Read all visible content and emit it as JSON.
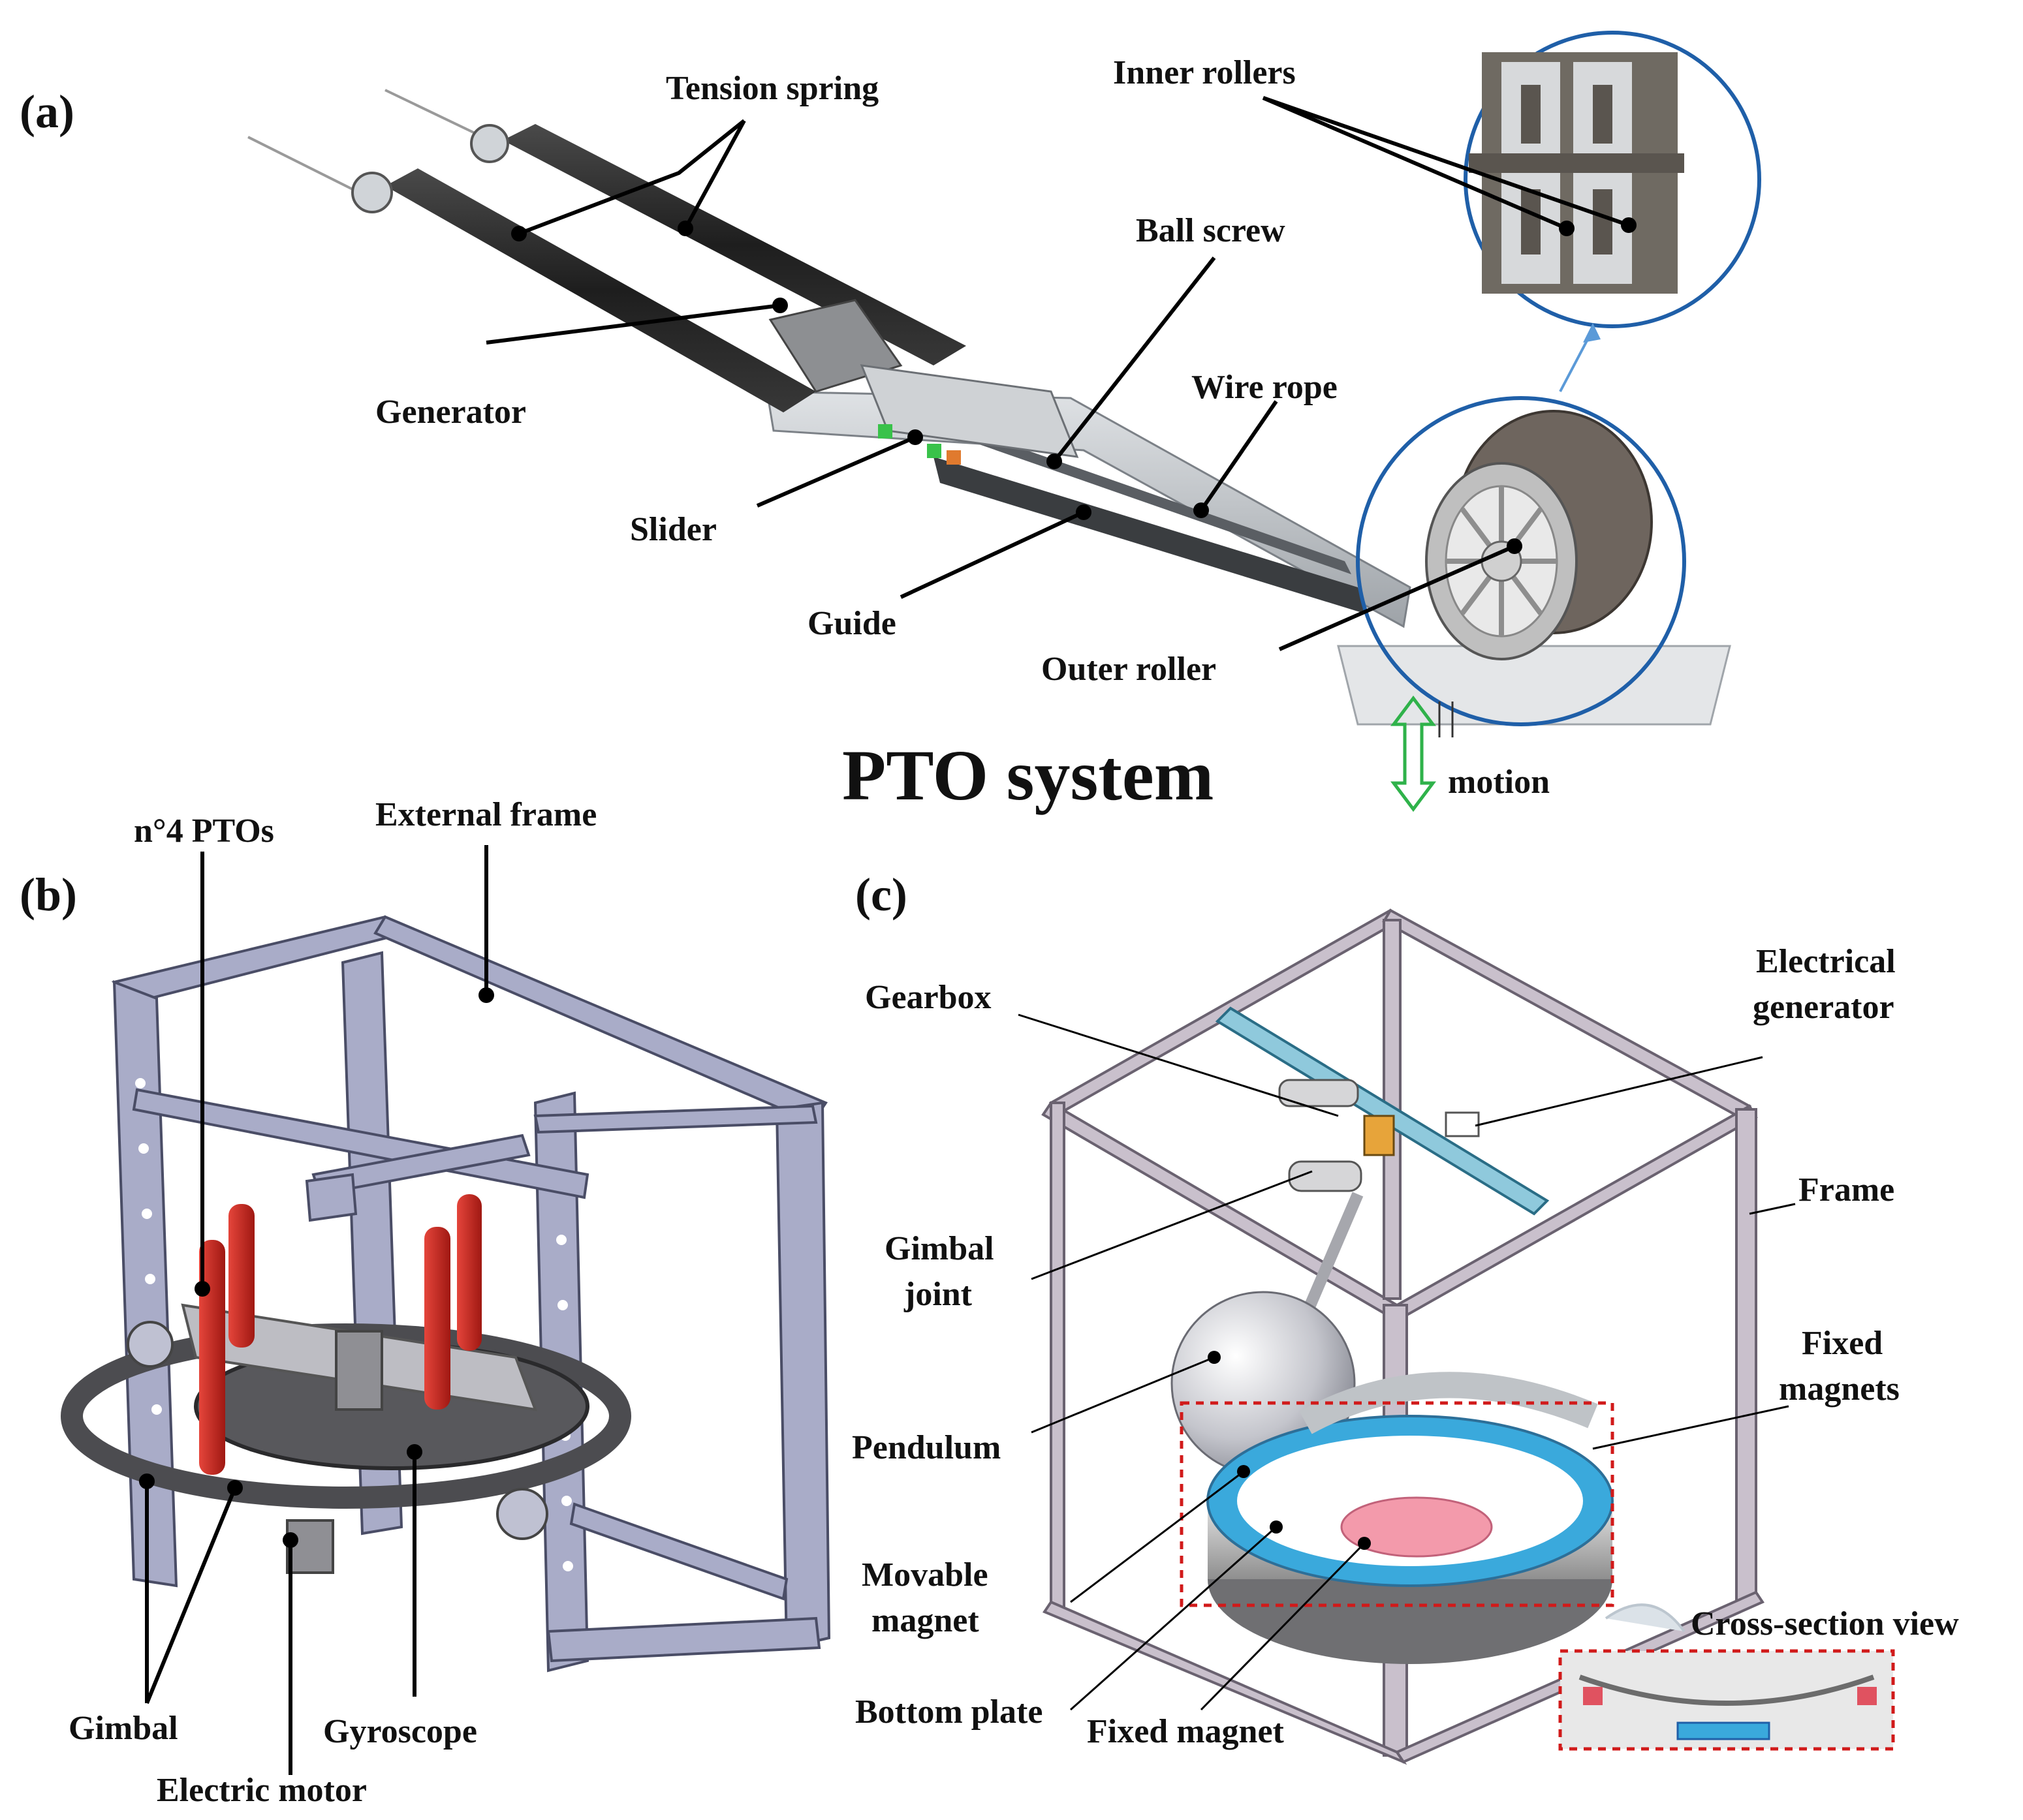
{
  "panel_a": {
    "tag": "(a)",
    "title": "PTO system",
    "labels": {
      "tension_spring": "Tension spring",
      "inner_rollers": "Inner rollers",
      "ball_screw": "Ball screw",
      "wire_rope": "Wire rope",
      "generator": "Generator",
      "slider": "Slider",
      "guide": "Guide",
      "outer_roller": "Outer roller",
      "motion": "motion"
    }
  },
  "panel_b": {
    "tag": "(b)",
    "labels": {
      "ptos": "n°4 PTOs",
      "external_frame": "External frame",
      "gimbal": "Gimbal",
      "gyroscope": "Gyroscope",
      "electric_motor": "Electric motor"
    }
  },
  "panel_c": {
    "tag": "(c)",
    "labels": {
      "gearbox": "Gearbox",
      "electrical": "Electrical",
      "generator": "generator",
      "frame": "Frame",
      "gimbal": "Gimbal",
      "joint": "joint",
      "fixed": "Fixed",
      "magnets": "magnets",
      "pendulum": "Pendulum",
      "movable": "Movable",
      "magnet": "magnet",
      "bottom_plate": "Bottom plate",
      "fixed_magnet": "Fixed magnet",
      "cross_section": "Cross-section view"
    }
  },
  "colors": {
    "rod_dark": "#2a2a2a",
    "frame_steel": "#a9acc8",
    "pto_red": "#c8231b",
    "roller_brown": "#6e655e",
    "blue_circle": "#1f5fa8",
    "magnet_blue": "#3aa9dc",
    "magnet_pink": "#f39aab",
    "motion_green": "#2fb24a",
    "dash_red": "#d11a1a",
    "frame_c": "#c9c0cc"
  }
}
